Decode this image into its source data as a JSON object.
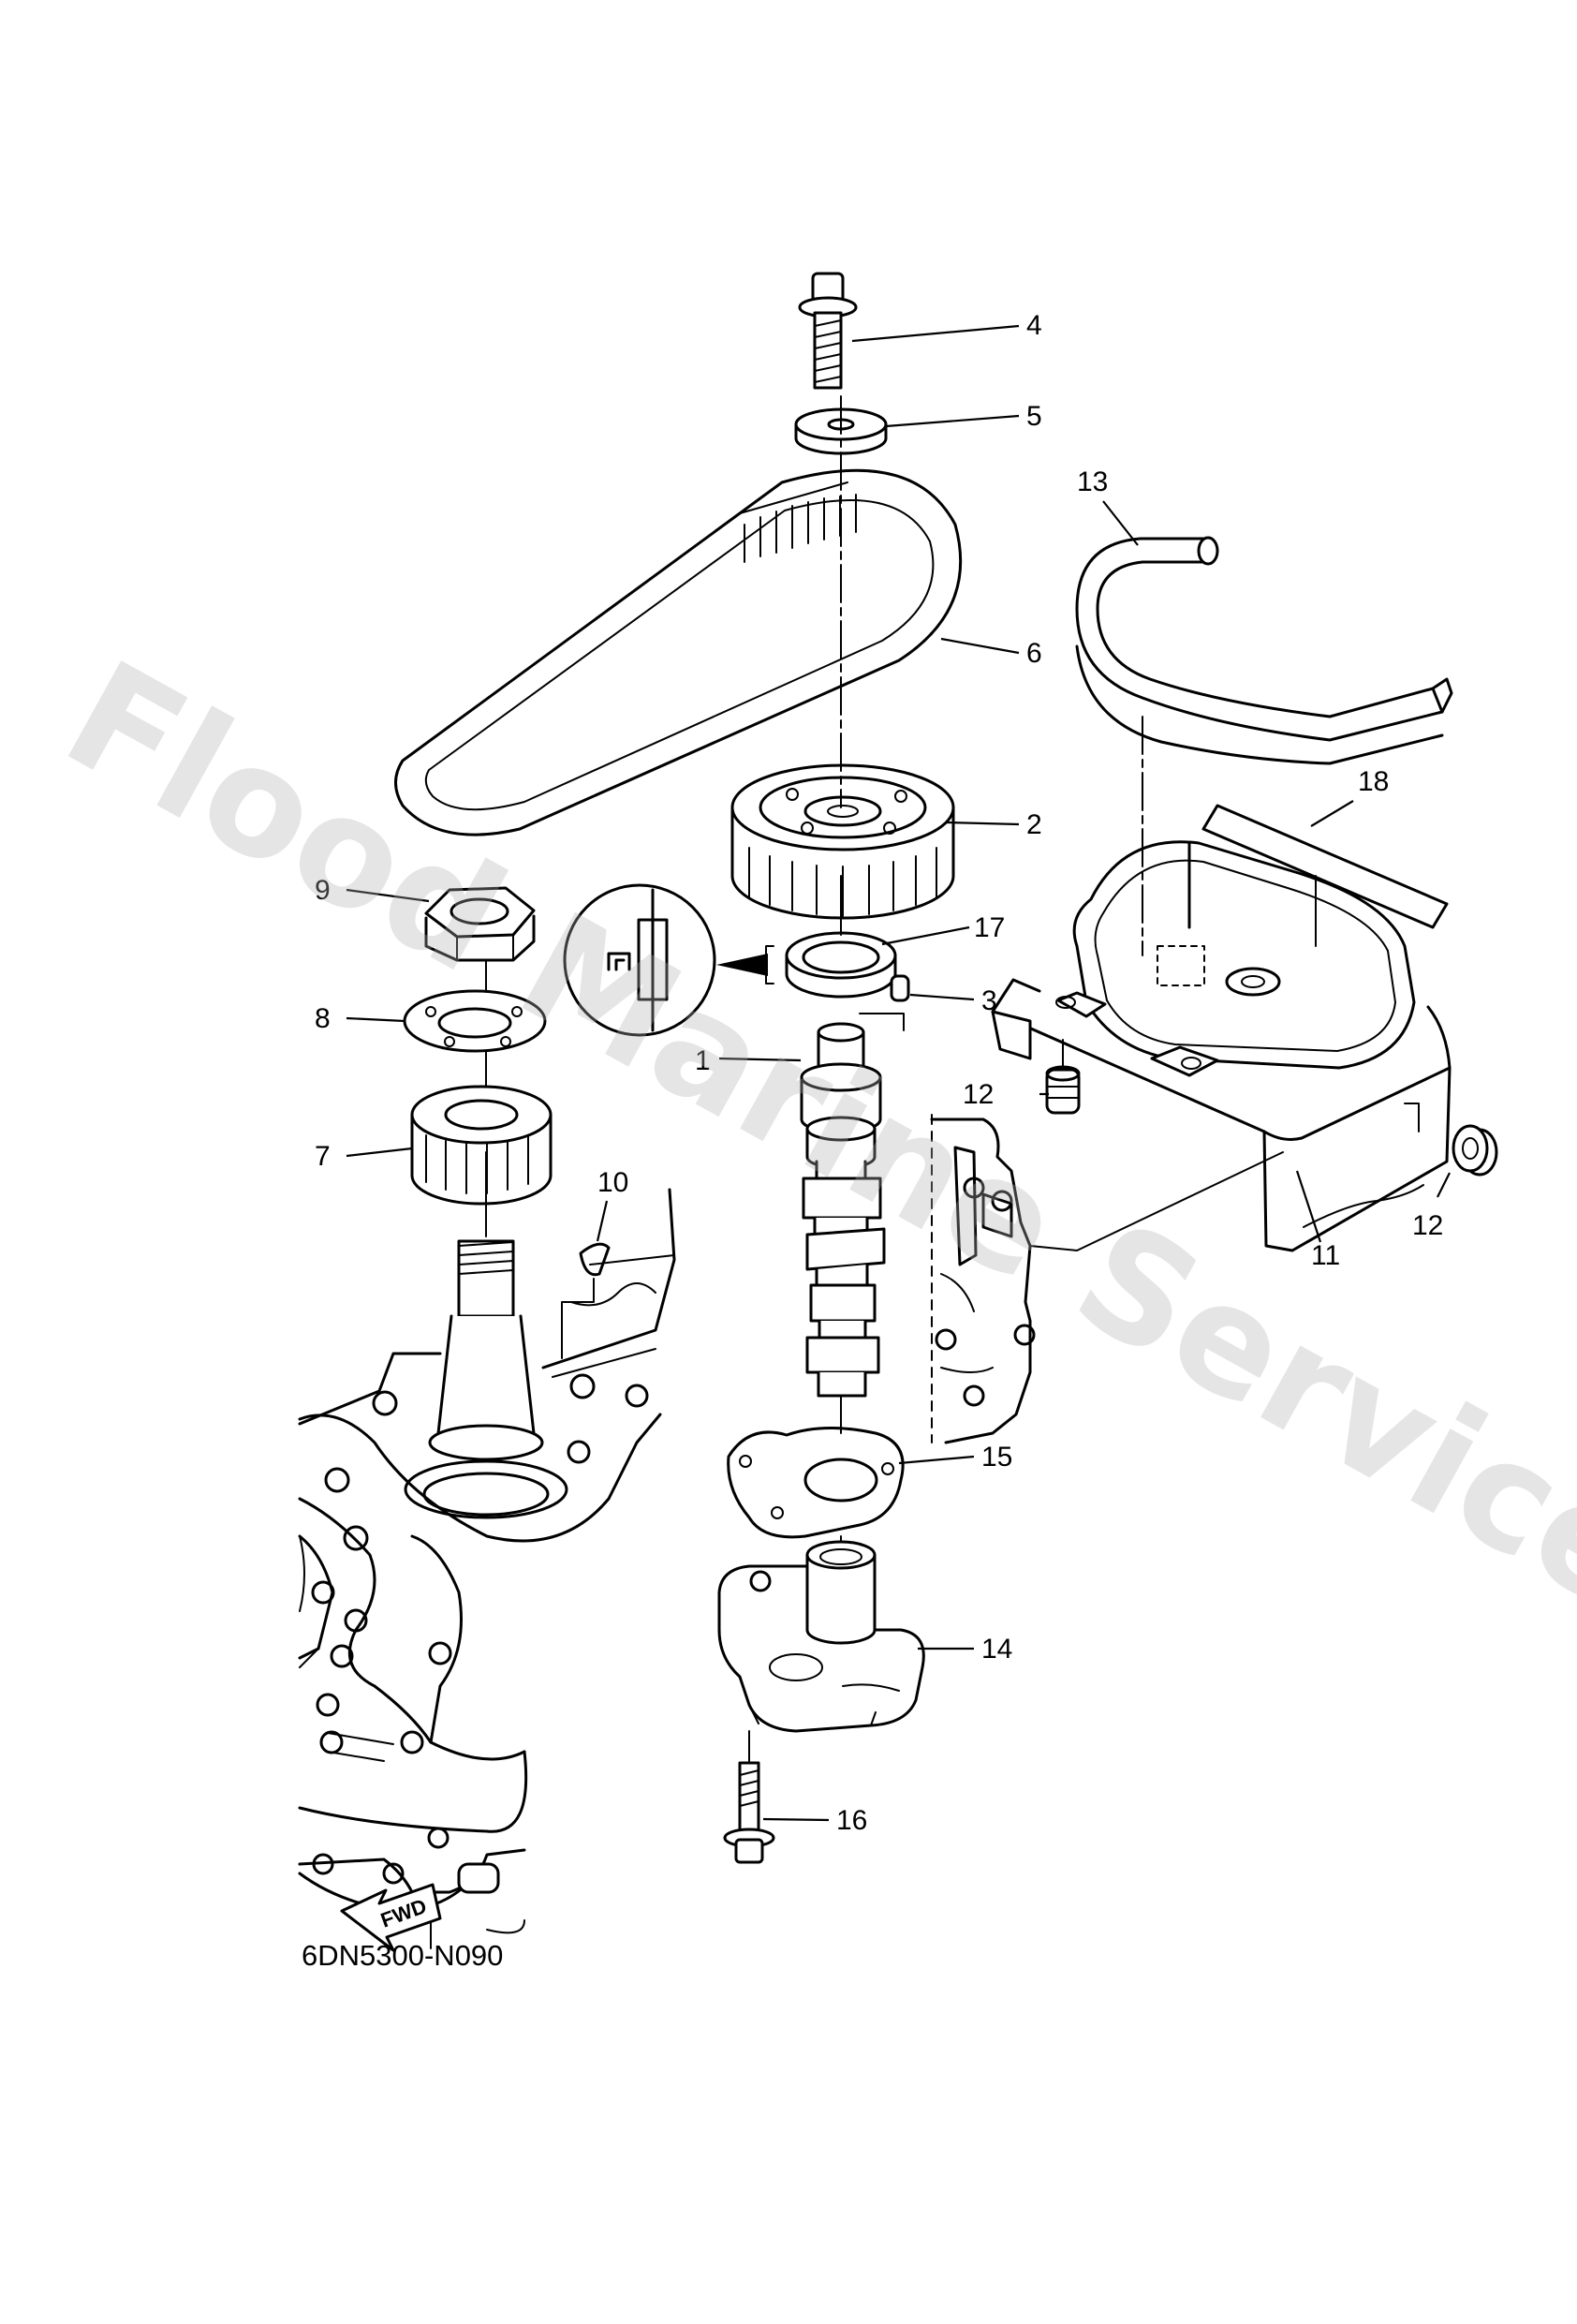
{
  "diagram_code": "6DN5300-N090",
  "fwd_label": "FWD",
  "watermark": "Flood Marine Services",
  "callouts": [
    {
      "id": "1",
      "label": "1"
    },
    {
      "id": "2",
      "label": "2"
    },
    {
      "id": "3",
      "label": "3"
    },
    {
      "id": "4",
      "label": "4"
    },
    {
      "id": "5",
      "label": "5"
    },
    {
      "id": "6",
      "label": "6"
    },
    {
      "id": "7",
      "label": "7"
    },
    {
      "id": "8",
      "label": "8"
    },
    {
      "id": "9",
      "label": "9"
    },
    {
      "id": "10",
      "label": "10"
    },
    {
      "id": "11",
      "label": "11"
    },
    {
      "id": "12a",
      "label": "12"
    },
    {
      "id": "12b",
      "label": "12"
    },
    {
      "id": "13",
      "label": "13"
    },
    {
      "id": "14",
      "label": "14"
    },
    {
      "id": "15",
      "label": "15"
    },
    {
      "id": "16",
      "label": "16"
    },
    {
      "id": "17",
      "label": "17"
    },
    {
      "id": "18",
      "label": "18"
    }
  ]
}
